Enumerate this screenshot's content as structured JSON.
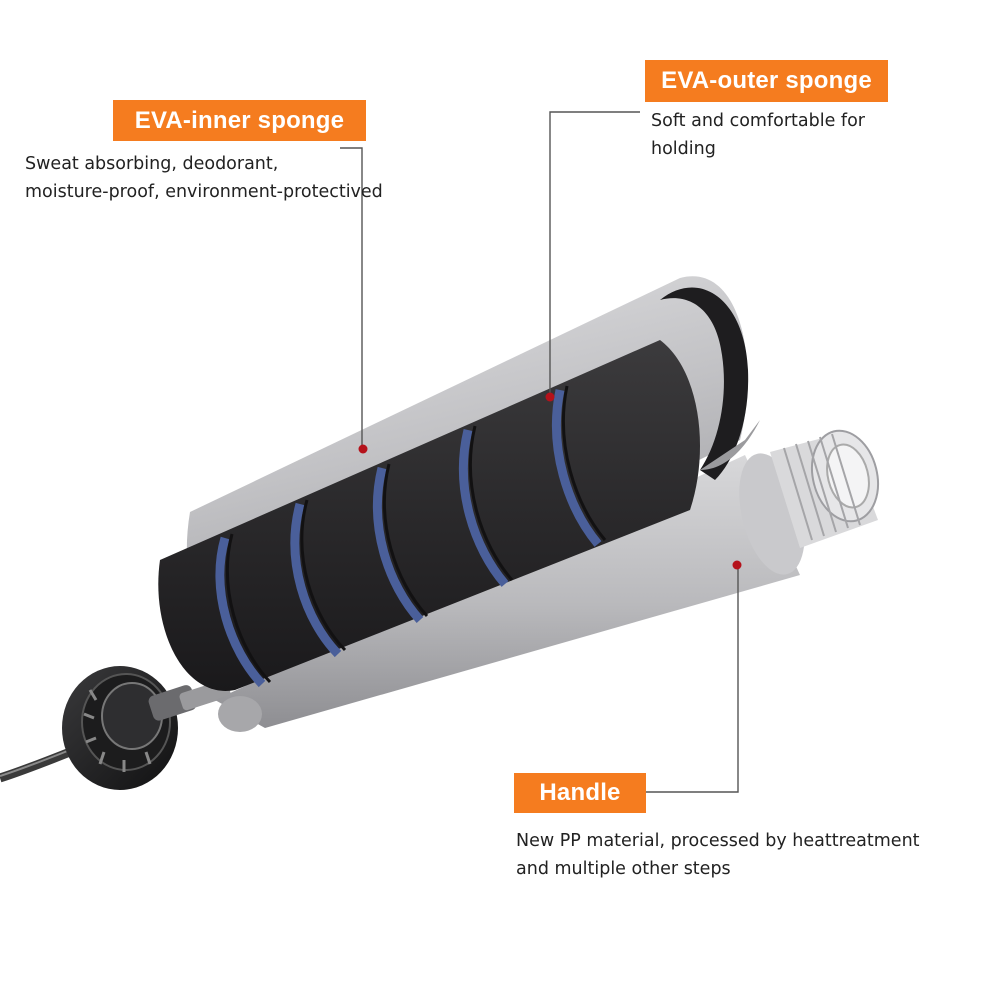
{
  "colors": {
    "accent": "#f57c1f",
    "leader_line": "#555555",
    "marker_dot": "#b5121b",
    "outer_sponge": "#2b2a2b",
    "spiral": "#4a5f9a",
    "handle": "#b8b8ba"
  },
  "callouts": {
    "inner": {
      "label": "EVA-inner sponge",
      "lines": [
        "Sweat absorbing, deodorant,",
        "moisture-proof, environment-protectived"
      ]
    },
    "outer": {
      "label": "EVA-outer sponge",
      "lines": [
        "Soft and comfortable for",
        "holding"
      ]
    },
    "handle": {
      "label": "Handle",
      "lines": [
        "New PP material, processed by heattreatment",
        "and multiple other steps"
      ]
    }
  }
}
